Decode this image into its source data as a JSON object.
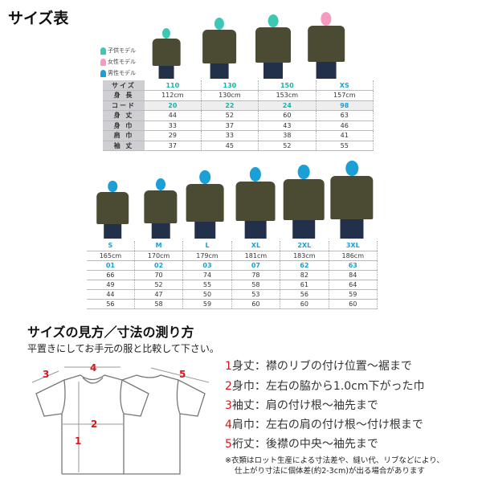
{
  "title": "サイズ表",
  "legend": [
    {
      "label": "子供モデル",
      "color": "#3cc8b4"
    },
    {
      "label": "女性モデル",
      "color": "#f59ac0"
    },
    {
      "label": "男性モデル",
      "color": "#1a9fd6"
    }
  ],
  "table1": {
    "row_labels": [
      "サイズ",
      "身 長",
      "コード",
      "身 丈",
      "身 巾",
      "肩 巾",
      "袖 丈"
    ],
    "columns": [
      {
        "size": "110",
        "height": "112cm",
        "code": "20",
        "values": [
          "44",
          "33",
          "29",
          "37"
        ],
        "model": "child"
      },
      {
        "size": "130",
        "height": "130cm",
        "code": "22",
        "values": [
          "52",
          "37",
          "33",
          "45"
        ],
        "model": "child"
      },
      {
        "size": "150",
        "height": "153cm",
        "code": "24",
        "values": [
          "60",
          "43",
          "38",
          "52"
        ],
        "model": "child"
      },
      {
        "size": "XS",
        "height": "157cm",
        "code": "98",
        "values": [
          "63",
          "46",
          "41",
          "55"
        ],
        "model": "female"
      }
    ]
  },
  "table2": {
    "columns": [
      {
        "size": "S",
        "height": "165cm",
        "code": "01",
        "values": [
          "66",
          "49",
          "44",
          "56"
        ]
      },
      {
        "size": "M",
        "height": "170cm",
        "code": "02",
        "values": [
          "70",
          "52",
          "47",
          "58"
        ]
      },
      {
        "size": "L",
        "height": "179cm",
        "code": "03",
        "values": [
          "74",
          "55",
          "50",
          "59"
        ]
      },
      {
        "size": "XL",
        "height": "181cm",
        "code": "07",
        "values": [
          "78",
          "58",
          "53",
          "60"
        ]
      },
      {
        "size": "2XL",
        "height": "183cm",
        "code": "62",
        "values": [
          "82",
          "61",
          "56",
          "60"
        ]
      },
      {
        "size": "3XL",
        "height": "186cm",
        "code": "63",
        "values": [
          "84",
          "64",
          "59",
          "60"
        ]
      }
    ]
  },
  "howto": {
    "title": "サイズの見方／寸法の測り方",
    "subtitle": "平置きにしてお手元の服と比較して下さい。",
    "markers": [
      "1",
      "2",
      "3",
      "4",
      "5"
    ],
    "items": [
      {
        "num": "1",
        "text": "身丈：襟のリブの付け位置〜裾まで"
      },
      {
        "num": "2",
        "text": "身巾：左右の脇から1.0cm下がった巾"
      },
      {
        "num": "3",
        "text": "袖丈：肩の付け根〜袖先まで"
      },
      {
        "num": "4",
        "text": "肩巾：左右の肩の付け根〜付け根まで"
      },
      {
        "num": "5",
        "text": "裄丈：後襟の中央〜袖先まで"
      }
    ],
    "note_line1": "※衣類はロット生産による寸法差や、縫い代、リブなどにより、",
    "note_line2": "仕上がり寸法に個体差(約2-3cm)が出る場合があります"
  }
}
